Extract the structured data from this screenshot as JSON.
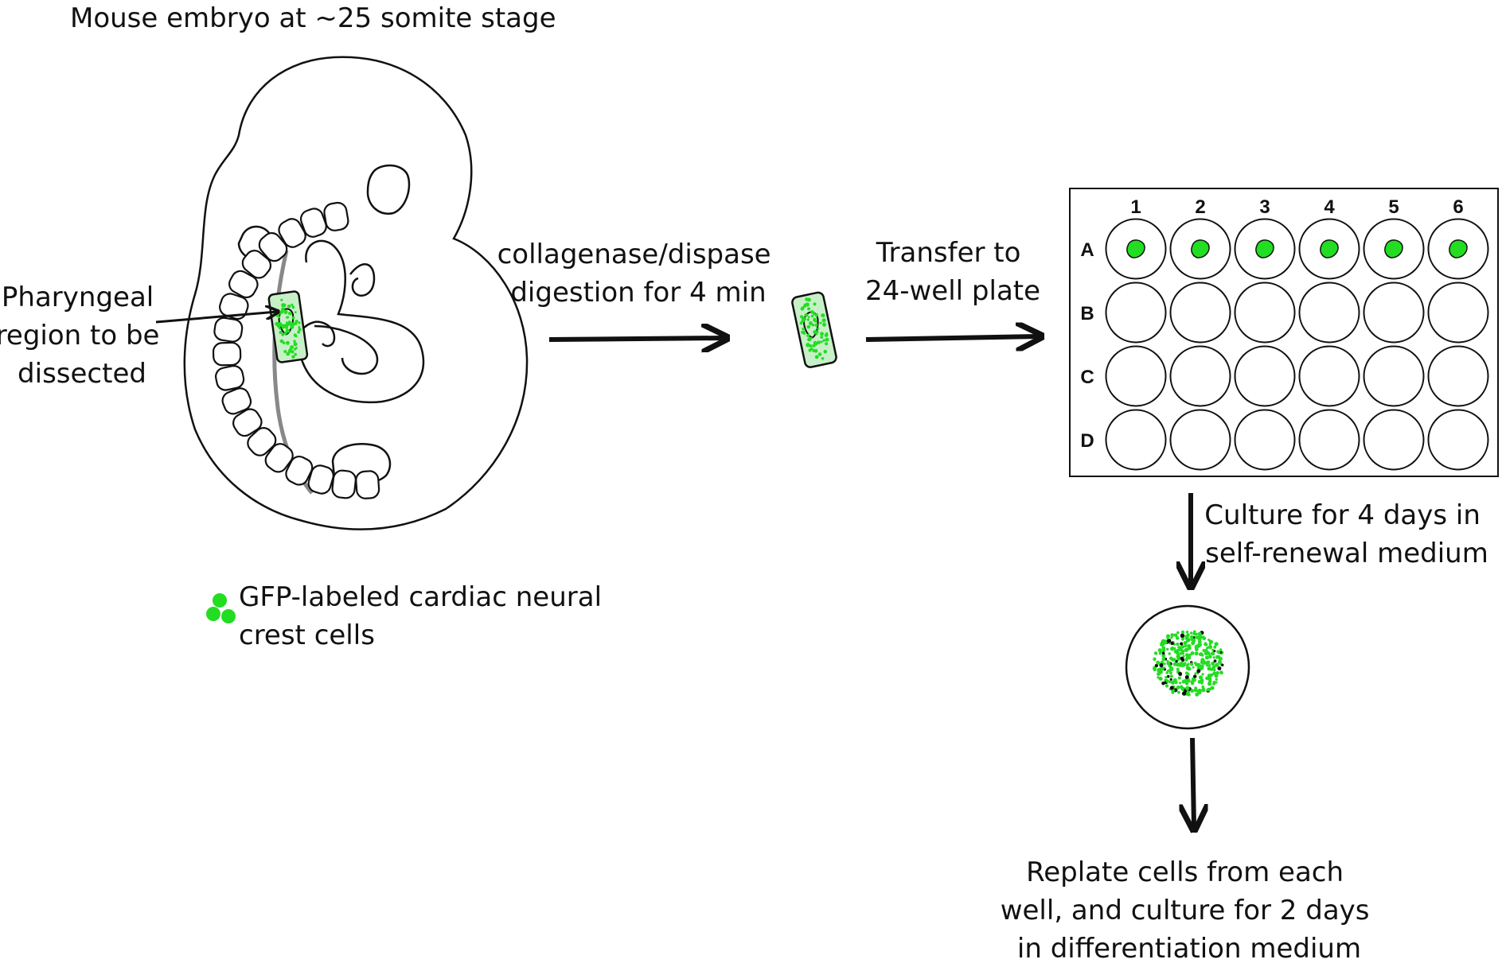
{
  "title": "Mouse embryo at ~25 somite stage",
  "labels": {
    "pharyngeal": [
      "Pharyngeal",
      "region to be",
      "dissected"
    ],
    "digestion": [
      "collagenase/dispase",
      "digestion for 4 min"
    ],
    "transfer": [
      "Transfer to",
      "24-well plate"
    ],
    "culture": [
      "Culture for 4 days in",
      "self-renewal medium"
    ],
    "replate": [
      "Replate cells from each",
      "well, and culture for 2 days",
      "in differentiation medium"
    ],
    "legend": [
      "GFP-labeled cardiac neural",
      "crest cells"
    ]
  },
  "plate": {
    "columns": [
      "1",
      "2",
      "3",
      "4",
      "5",
      "6"
    ],
    "rows": [
      "A",
      "B",
      "C",
      "D"
    ],
    "seeded_row": "A"
  },
  "colors": {
    "gfp": "#22dd22",
    "outline": "#111111",
    "gray_line": "#888888"
  }
}
